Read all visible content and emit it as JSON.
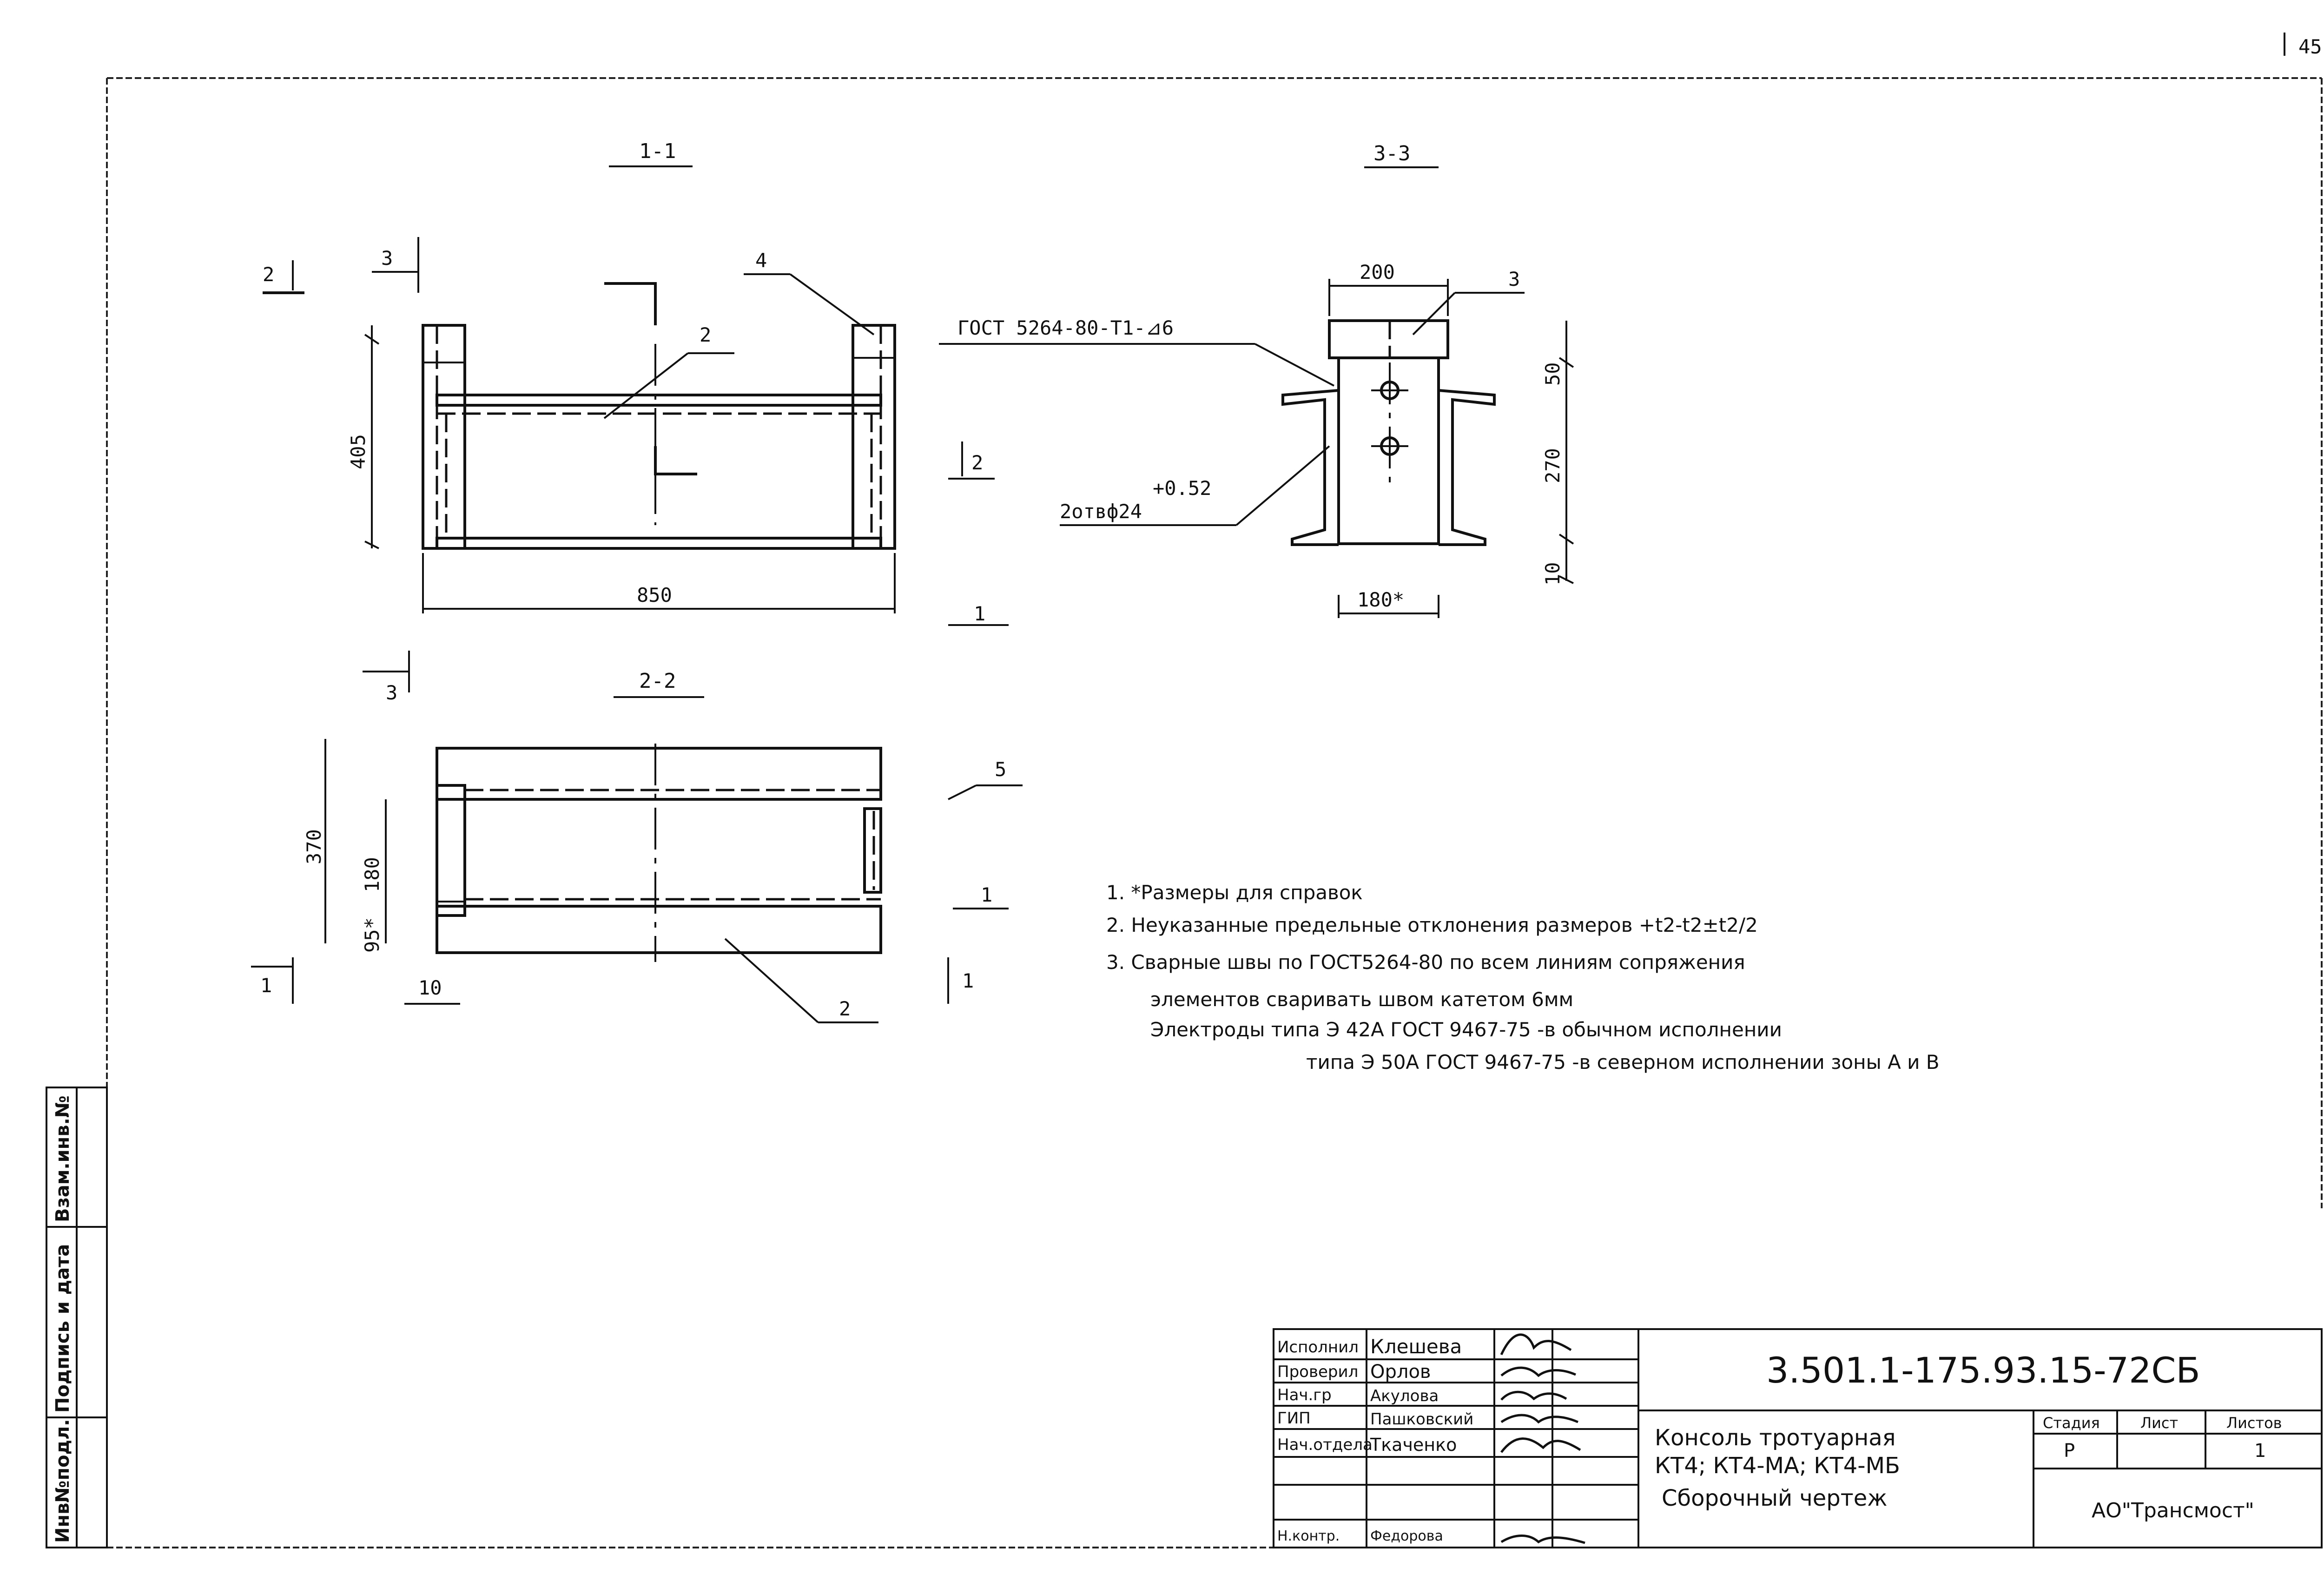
{
  "page_number": "45",
  "sections": {
    "s11": {
      "title": "1-1",
      "dim_height": "405",
      "dim_width": "850",
      "callout_2": "2",
      "callout_4": "4",
      "cut_2_left": "2",
      "cut_2_right": "2",
      "cut_3": "3",
      "cut_1": "1"
    },
    "s33": {
      "title": "3-3",
      "dim_top": "200",
      "callout_3": "3",
      "dim_50": "50",
      "dim_270": "270",
      "dim_10": "10",
      "dim_bottom": "180*",
      "weld_note": "ГОСТ 5264-80-Т1-⊿6",
      "holes_tol": "+0.52",
      "holes_note": "2отвф24"
    },
    "s22": {
      "title": "2-2",
      "dim_370": "370",
      "dim_180": "180",
      "dim_95": "95*",
      "dim_10": "10",
      "callout_5": "5",
      "callout_2": "2",
      "cut_3": "3",
      "cut_1_left": "1",
      "cut_1_mid": "1",
      "cut_1_right": "1"
    }
  },
  "notes": [
    "1. *Размеры для справок",
    "2. Неуказанные предельные отклонения размеров +t2-t2±t2/2",
    "3. Сварные швы по ГОСТ5264-80 по всем линиям сопряжения",
    "элементов сваривать швом катетом 6мм",
    "Электроды типа Э 42А ГОСТ 9467-75 -в обычном исполнении",
    "типа Э 50А ГОСТ 9467-75 -в северном исполнении зоны А и В"
  ],
  "side_stamp": {
    "inv_podl": "Инв№подл.",
    "podpis": "Подпись и дата",
    "vzam": "Взам.инв.№"
  },
  "title_block": {
    "doc_code": "3.501.1-175.93.15-72СБ",
    "roles": [
      "Исполнил",
      "Проверил",
      "Нач.гр",
      "ГИП",
      "Нач.отдела",
      "",
      "Н.контр."
    ],
    "names": [
      "Клешева",
      "Орлов",
      "Акулова",
      "Пашковский",
      "Ткаченко",
      "",
      "Федорова"
    ],
    "title_line1": "Консоль тротуарная",
    "title_line2": "КТ4; КТ4-МА; КТ4-МБ",
    "title_line3": "Сборочный чертеж",
    "stage_label": "Стадия",
    "sheet_label": "Лист",
    "sheets_label": "Листов",
    "stage_value": "Р",
    "sheets_value": "1",
    "org": "АО\"Трансмост\""
  }
}
